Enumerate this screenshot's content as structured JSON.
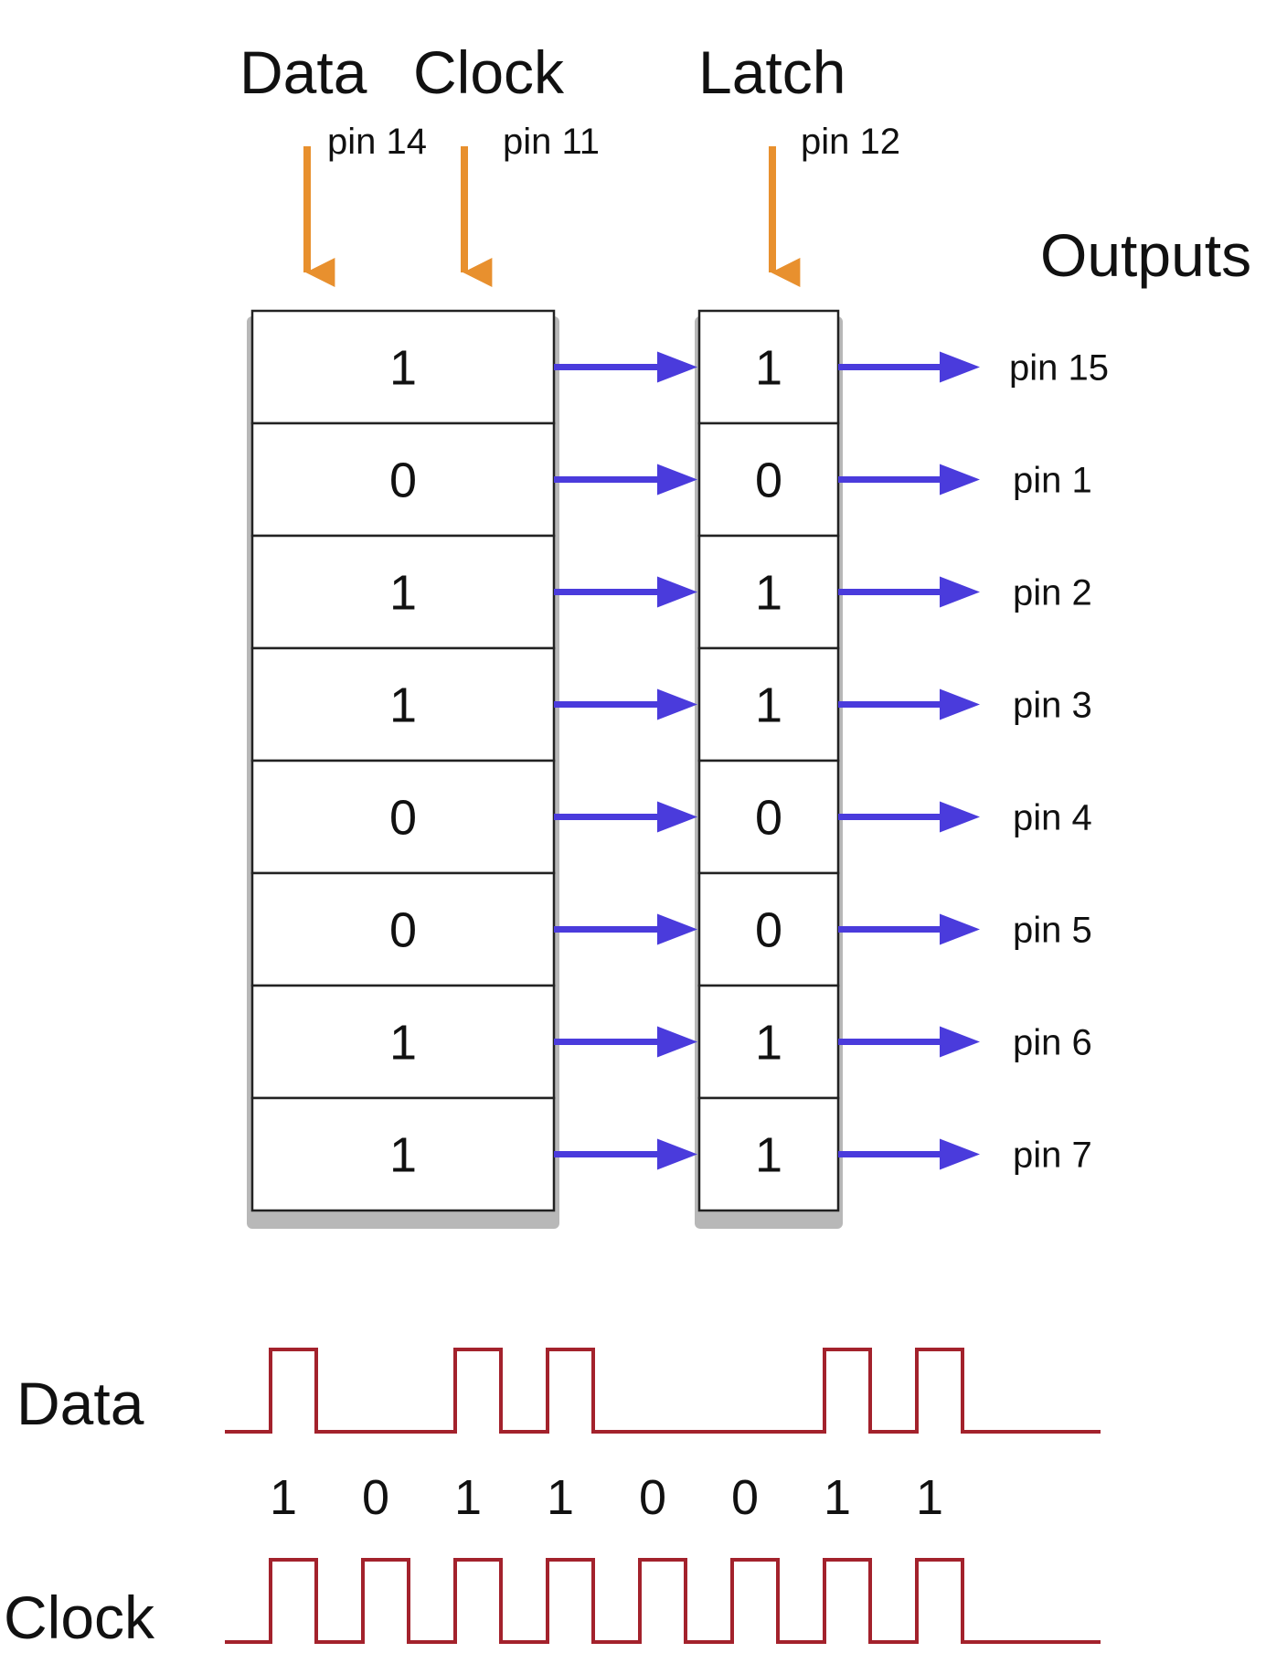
{
  "titles": {
    "data": "Data",
    "clock": "Clock",
    "latch": "Latch",
    "outputs": "Outputs"
  },
  "inputs": {
    "data_pin": "pin 14",
    "clock_pin": "pin 11",
    "latch_pin": "pin 12"
  },
  "colors": {
    "input_arrow": "#e8902e",
    "output_arrow": "#4a3bdc",
    "waveform": "#a3222c",
    "cell_border": "#222222"
  },
  "shift_register": [
    "1",
    "0",
    "1",
    "1",
    "0",
    "0",
    "1",
    "1"
  ],
  "latch_register": [
    "1",
    "0",
    "1",
    "1",
    "0",
    "0",
    "1",
    "1"
  ],
  "output_pins": [
    "pin 15",
    "pin 1",
    "pin 2",
    "pin 3",
    "pin 4",
    "pin 5",
    "pin 6",
    "pin 7"
  ],
  "timing": {
    "data_label": "Data",
    "clock_label": "Clock",
    "bits": [
      "1",
      "0",
      "1",
      "1",
      "0",
      "0",
      "1",
      "1"
    ]
  }
}
